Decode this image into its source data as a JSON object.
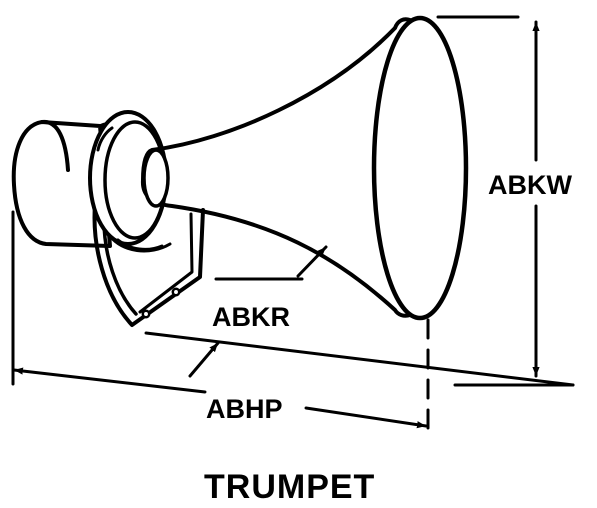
{
  "labels": {
    "abkw": "ABKW",
    "abkr": "ABKR",
    "abhp": "ABHP",
    "caption": "TRUMPET"
  },
  "colors": {
    "ink": "#000000",
    "paper": "#ffffff"
  }
}
